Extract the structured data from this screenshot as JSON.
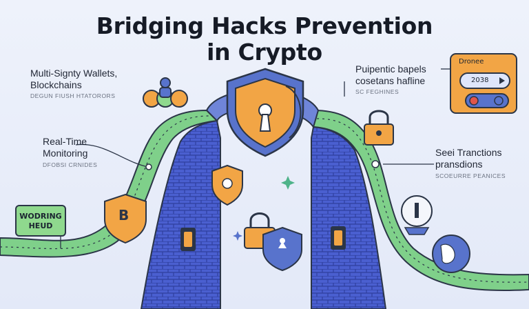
{
  "title": {
    "line1": "Bridging Hacks Prevention",
    "line2": "in Crypto"
  },
  "labels": {
    "multisig": {
      "line1": "Multi-Signty Wallets,",
      "line2": "Blockchains",
      "sub": "DEGUN FIUSH HTATORORS"
    },
    "realtime": {
      "line1": "Real-Time",
      "line2": "Monitoring",
      "sub": "DFOBSI CRNIDES"
    },
    "puipentic": {
      "line1": "Puipentic bapels",
      "line2": "cosetans hafline",
      "sub": "SC FEGHINES"
    },
    "transactions": {
      "line1": "Seei Tranctions",
      "line2": "pransdions",
      "sub": "SCOEURRE PEANICES"
    }
  },
  "badge": {
    "line1": "WODRING",
    "line2": "HEUD"
  },
  "panel": {
    "heading": "Dronee",
    "value": "2038"
  },
  "shield_letter": "B",
  "icons": [
    "shield-keyhole-icon",
    "padlock-icon",
    "coin-shield-icon",
    "multisig-people-icon",
    "globe-icon",
    "control-panel-icon"
  ],
  "colors": {
    "track_green": "#7fd08a",
    "wall_blue": "#3f55c7",
    "shield_blue": "#5873cc",
    "accent_orange": "#f2a545",
    "outline": "#2b3547"
  }
}
